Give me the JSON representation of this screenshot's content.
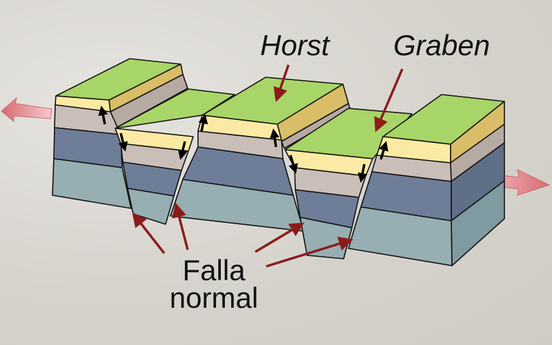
{
  "labels": {
    "horst": "Horst",
    "graben": "Graben",
    "fault_line1": "Falla",
    "fault_line2": "normal"
  },
  "colors": {
    "surface": "#a8d567",
    "layer_yellow": "#fbeaa3",
    "layer_tan": "#d9be67",
    "layer_gray": "#c9bfb8",
    "layer_blue": "#6e7d98",
    "layer_teal": "#97aeb2",
    "pointer_arrow": "#8c1b1b",
    "tension_arrow": "#e58a90"
  },
  "icons": [
    "tension-arrow-left",
    "tension-arrow-right",
    "fault-motion-arrows",
    "pointer-arrows"
  ]
}
